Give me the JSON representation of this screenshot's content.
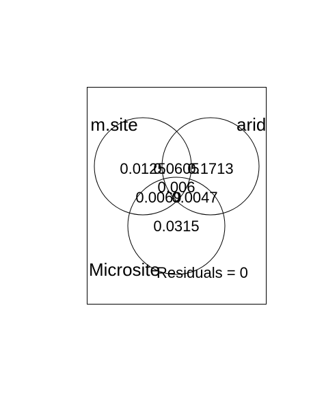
{
  "sets": {
    "a": {
      "label": "m.site"
    },
    "b": {
      "label": "arid"
    },
    "c": {
      "label": "Microsite"
    }
  },
  "regions": {
    "a_only": "0.0125",
    "ab": "0.0605",
    "b_only": "0.1713",
    "abc": "0.006",
    "ac": "0.0069",
    "bc": "0.0047",
    "c_only": "0.0315"
  },
  "residuals": {
    "text": "Residuals = 0"
  },
  "colors": {
    "stroke": "#000000",
    "background": "#ffffff"
  }
}
